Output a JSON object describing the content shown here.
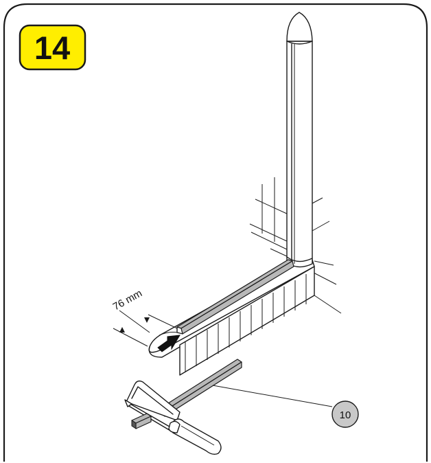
{
  "step": {
    "number": "14",
    "badge_color": "#ffee00"
  },
  "diagram": {
    "dimension_label": "76 mm",
    "callouts": [
      {
        "label": "10"
      }
    ],
    "icons": [
      "push-arrow-icon",
      "hacksaw-icon"
    ]
  }
}
